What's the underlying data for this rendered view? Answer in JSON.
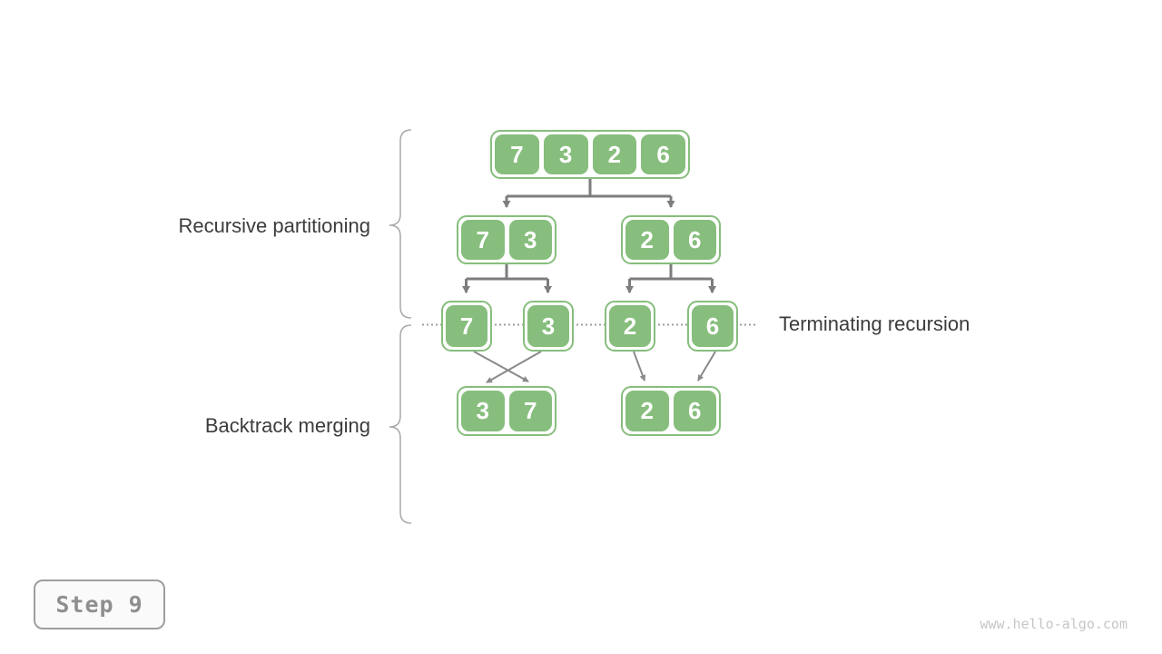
{
  "labels": {
    "recursive_partitioning": "Recursive partitioning",
    "terminating_recursion": "Terminating recursion",
    "backtrack_merging": "Backtrack merging"
  },
  "tree": {
    "level1": {
      "cells": [
        "7",
        "3",
        "2",
        "6"
      ]
    },
    "level2_left": {
      "cells": [
        "7",
        "3"
      ]
    },
    "level2_right": {
      "cells": [
        "2",
        "6"
      ]
    },
    "level3": {
      "cells": [
        "7",
        "3",
        "2",
        "6"
      ]
    },
    "level4_left": {
      "cells": [
        "3",
        "7"
      ]
    },
    "level4_right": {
      "cells": [
        "2",
        "6"
      ]
    }
  },
  "badge": {
    "label": "Step 9"
  },
  "watermark": {
    "text": "www.hello-algo.com"
  },
  "colors": {
    "green": "#87be7d",
    "cell_text": "#ffffff",
    "arrow_gray": "#7d7d7d",
    "thin_arrow_gray": "#8a8a8a",
    "dotted_gray": "#9e9e9e",
    "brace_gray": "#a9a9a9",
    "label_dark": "#3c3c3c",
    "badge_gray": "#8f8f8f",
    "badge_border": "#9e9e9e",
    "badge_bg": "#fafafa",
    "watermark_gray": "#c6c6c6"
  }
}
